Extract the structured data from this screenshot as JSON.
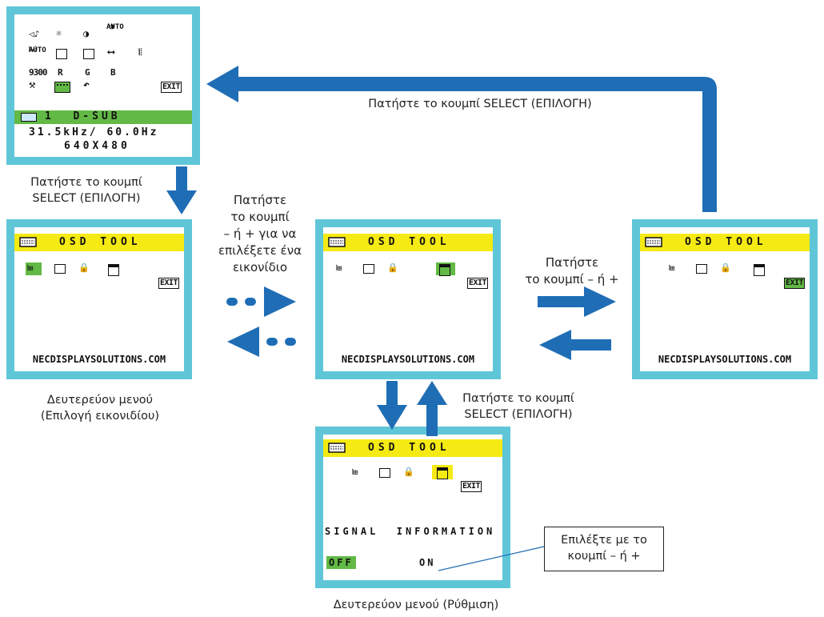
{
  "main_menu": {
    "icon_rows": [
      [
        "volume-icon",
        "brightness-icon",
        "contrast-icon",
        "auto-contrast-icon"
      ],
      [
        "auto-adjust-icon",
        "left-right-icon",
        "up-down-icon",
        "h-size-icon",
        "fine-icon"
      ],
      [
        "9300",
        "R",
        "G",
        "B"
      ],
      [
        "tools-icon",
        "osd-tool-icon",
        "reset-icon",
        "EXIT"
      ]
    ],
    "labels": {
      "preset": "9300",
      "r": "R",
      "g": "G",
      "b": "B",
      "exit": "EXIT",
      "auto": "AUTO"
    },
    "input": "1  D-SUB",
    "frequency": "31.5kHz/ 60.0Hz",
    "resolution": "640X480"
  },
  "osd_title": "OSD TOOL",
  "site": "NECDISPLAYSOLUTIONS.COM",
  "exit_label": "EXIT",
  "signal": {
    "heading": "SIGNAL  INFORMATION",
    "off": "OFF",
    "on": "ON"
  },
  "captions": {
    "select_top": "Πατήστε το κουμπί SELECT (ΕΠΙΛΟΓΗ)",
    "select_left_1": "Πατήστε το κουμπί",
    "select_left_2": "SELECT (ΕΠΙΛΟΓΗ)",
    "choose_icon_1": "Πατήστε",
    "choose_icon_2": "το κουμπί",
    "choose_icon_3": "– ή + για να",
    "choose_icon_4": "επιλέξετε ένα",
    "choose_icon_5": "εικονίδιο",
    "minus_plus_1": "Πατήστε",
    "minus_plus_2": "το κουμπί – ή +",
    "select_mid_1": "Πατήστε το κουμπί",
    "select_mid_2": "SELECT (ΕΠΙΛΟΓΗ)",
    "submenu_icon_1": "Δευτερεύον μενού",
    "submenu_icon_2": "(Επιλογή εικονιδίου)",
    "submenu_adjust": "Δευτερεύον μενού (Ρύθμιση)",
    "choose_with_1": "Επιλέξτε με το",
    "choose_with_2": "κουμπί – ή +"
  },
  "colors": {
    "frame": "#5fc6d8",
    "arrow": "#1f6db5",
    "osd_bar": "#f5ea14",
    "highlight": "#62b945"
  }
}
